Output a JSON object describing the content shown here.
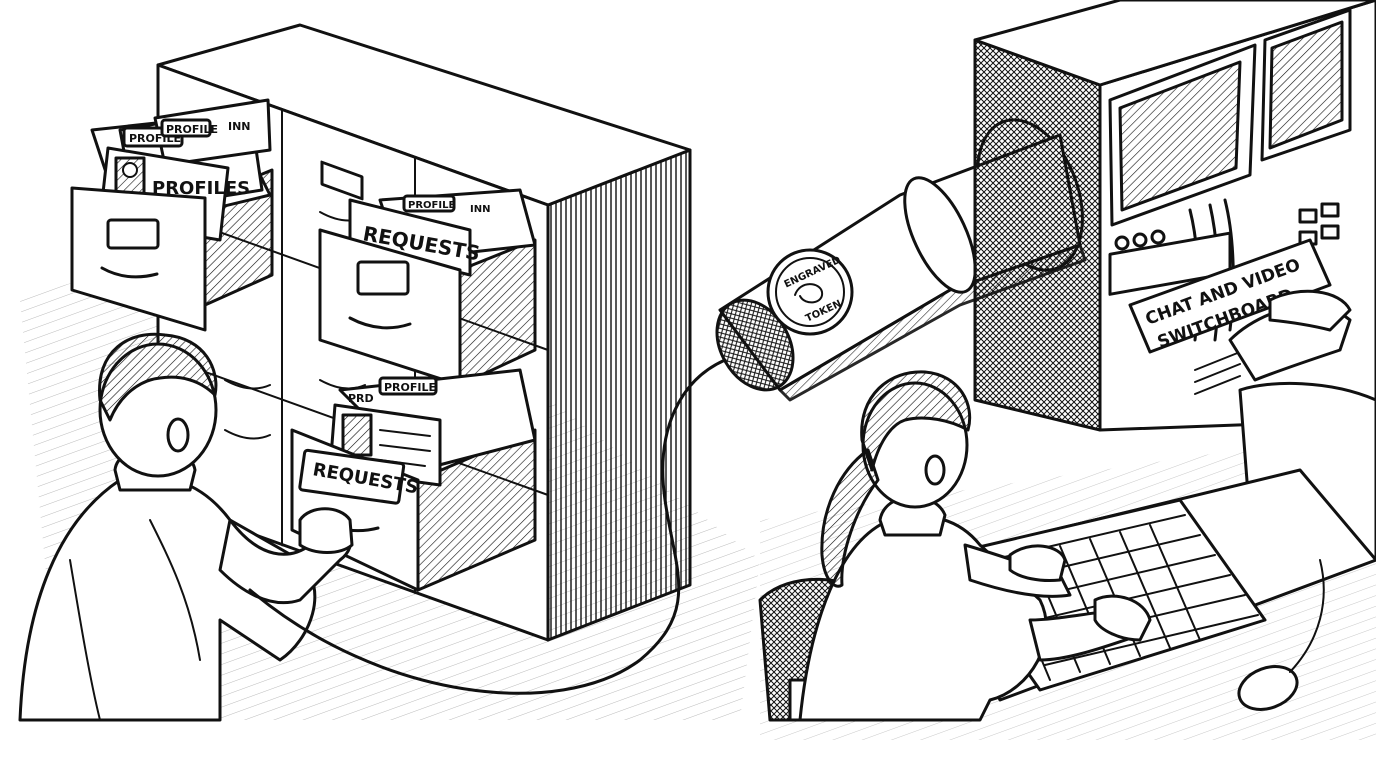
{
  "scene": {
    "cabinet": {
      "drawer_top_left": {
        "file_tab_1": "PROFILE",
        "file_tab_2": "INN",
        "file_tab_3": "PROFILE",
        "card_label": "PROFILES"
      },
      "drawer_top_right": {
        "label": "REQUESTS",
        "file_tab_1": "PROFILE",
        "file_tab_2": "INN"
      },
      "drawer_bottom": {
        "label": "REQUESTS",
        "file_tab_1": "PROFILE",
        "file_tab_2": "PRD"
      }
    },
    "tube": {
      "token_line_1": "ENGRAVED",
      "token_line_2": "TOKEN"
    },
    "console": {
      "panel_line_1": "CHAT AND VIDEO",
      "panel_line_2": "SWITCHBOARD"
    }
  }
}
